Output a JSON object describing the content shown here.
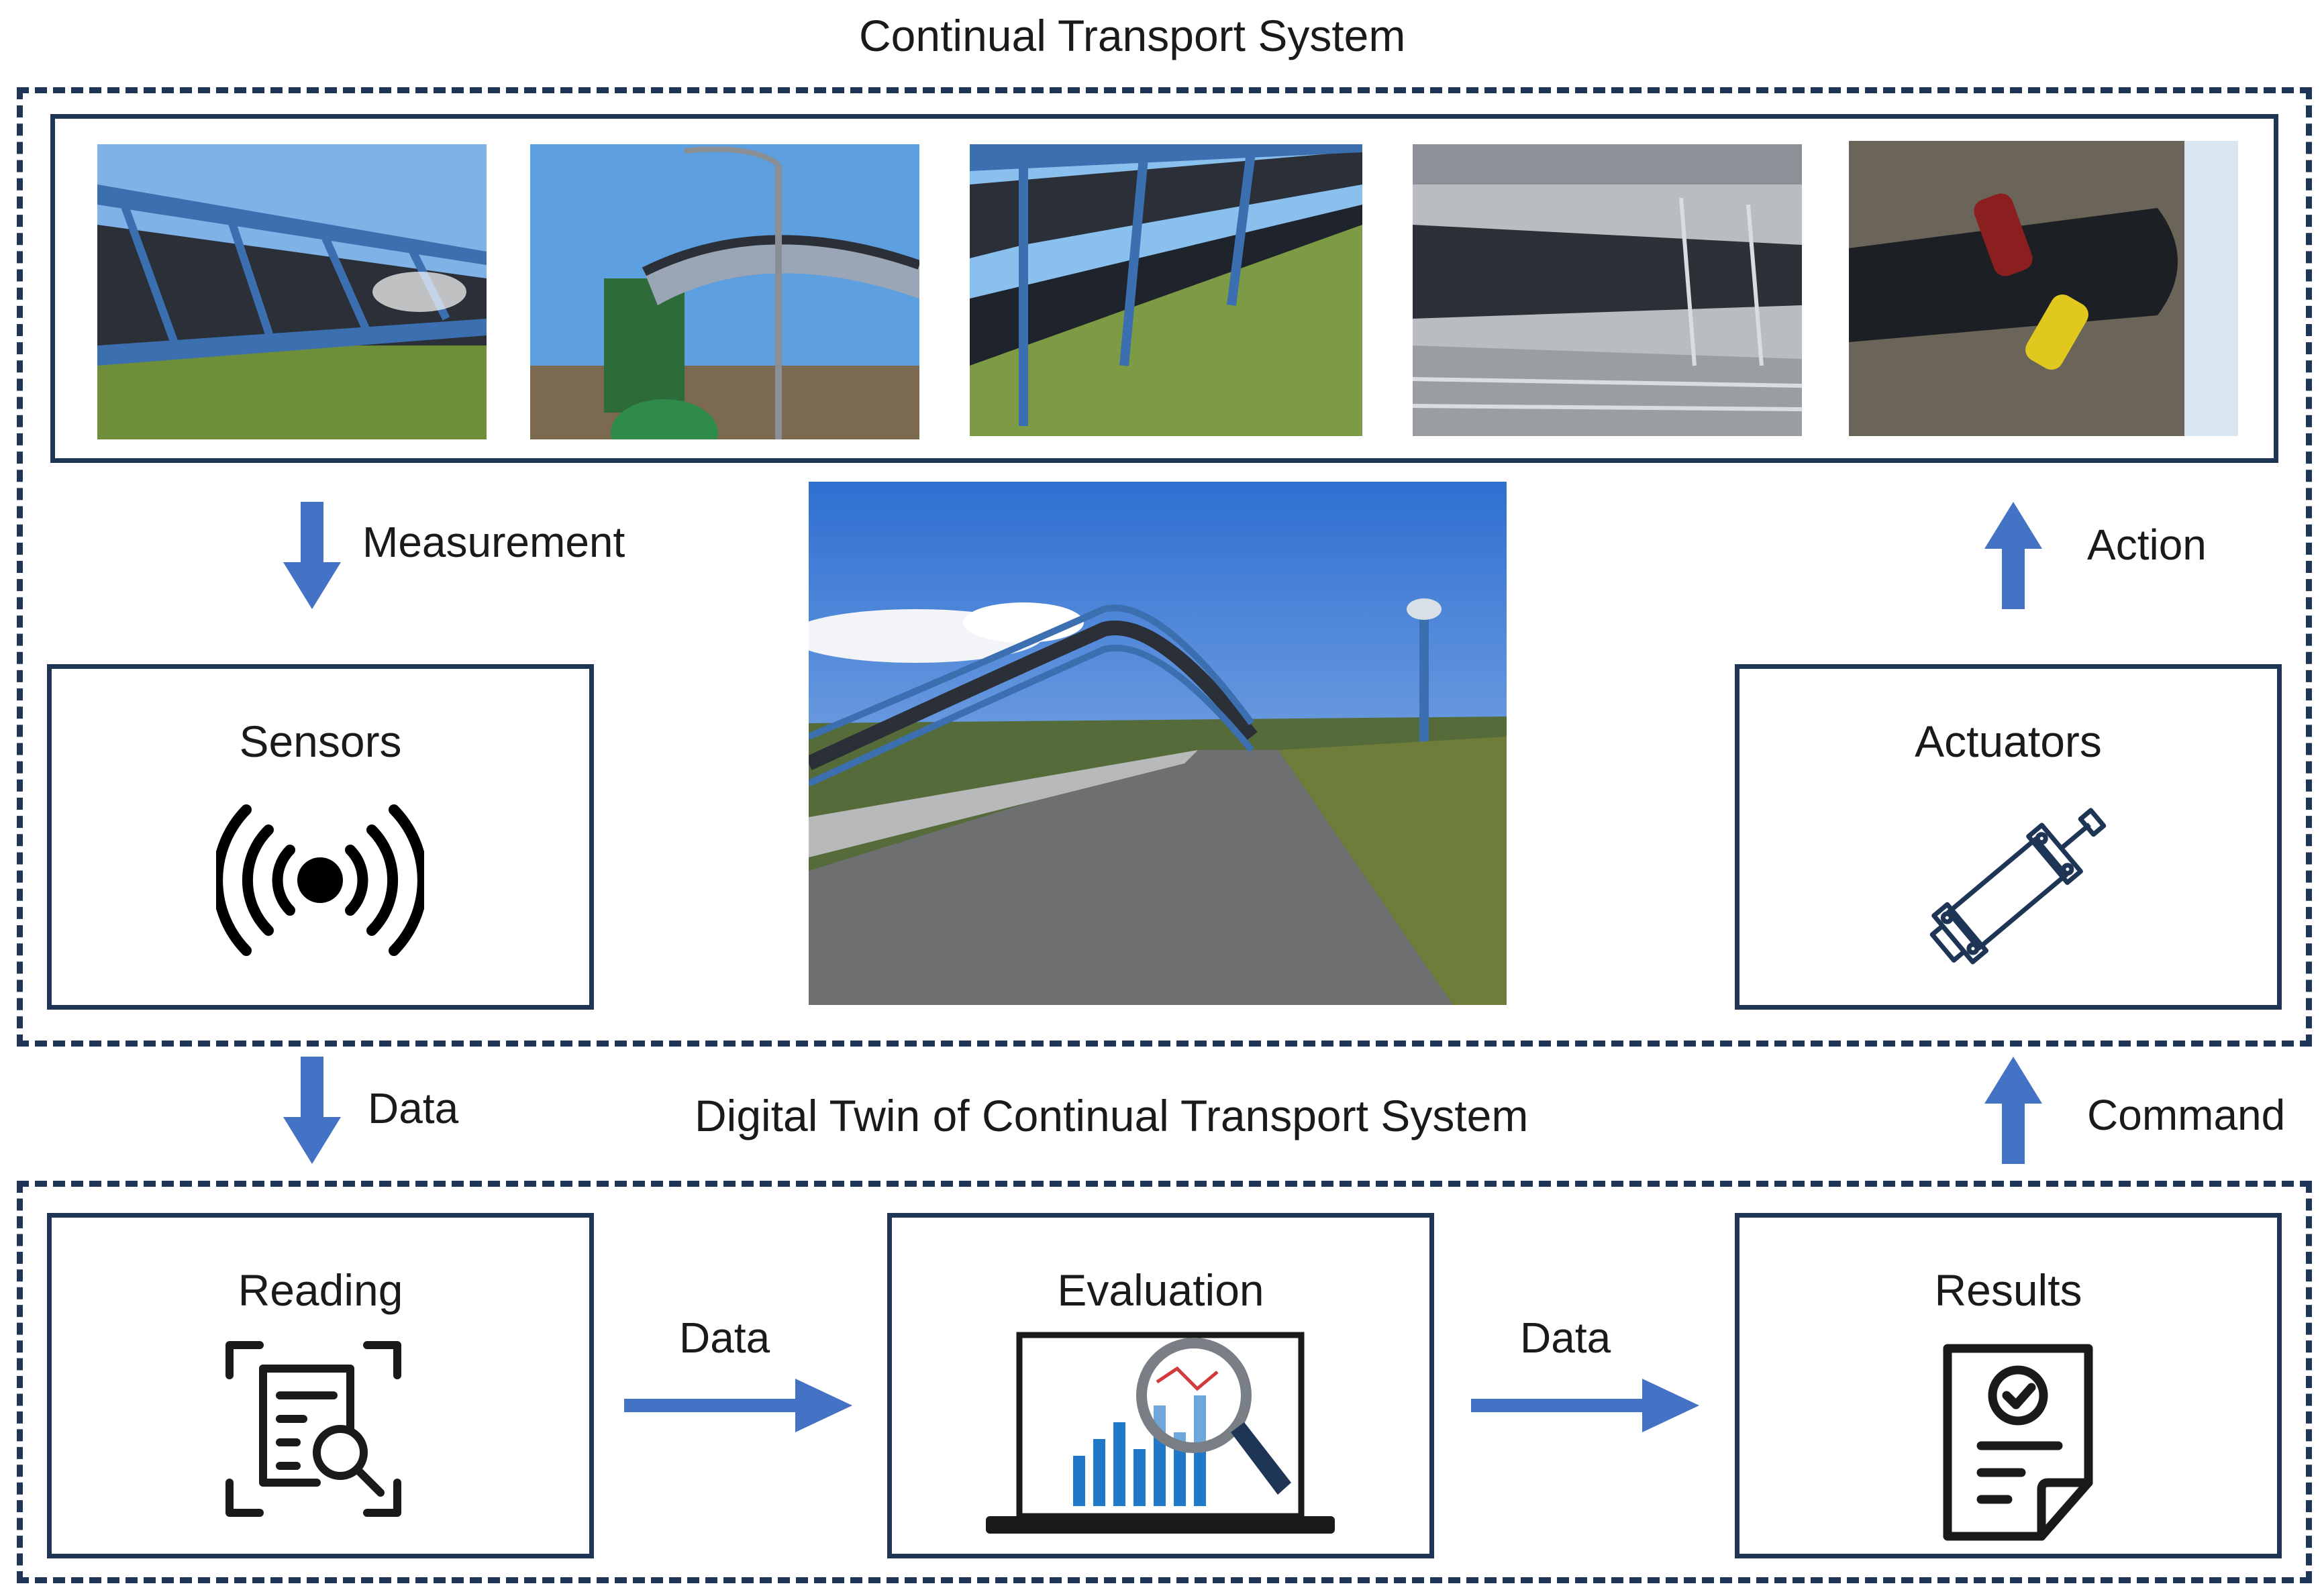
{
  "diagram": {
    "physical_system_title": "Continual Transport System",
    "digital_twin_title": "Digital Twin of Continual Transport System",
    "flows": {
      "measurement": "Measurement",
      "action": "Action",
      "data_down": "Data",
      "command": "Command",
      "data_reading_to_evaluation": "Data",
      "data_evaluation_to_results": "Data"
    },
    "boxes": {
      "sensors": "Sensors",
      "actuators": "Actuators",
      "reading": "Reading",
      "evaluation": "Evaluation",
      "results": "Results"
    },
    "icons": {
      "sensors": "wireless-signal-icon",
      "actuators": "pneumatic-cylinder-icon",
      "reading": "document-scan-icon",
      "evaluation": "laptop-analytics-icon",
      "results": "approved-document-icon"
    },
    "colors": {
      "frame": "#1f3556",
      "arrow": "#4472c4"
    }
  }
}
